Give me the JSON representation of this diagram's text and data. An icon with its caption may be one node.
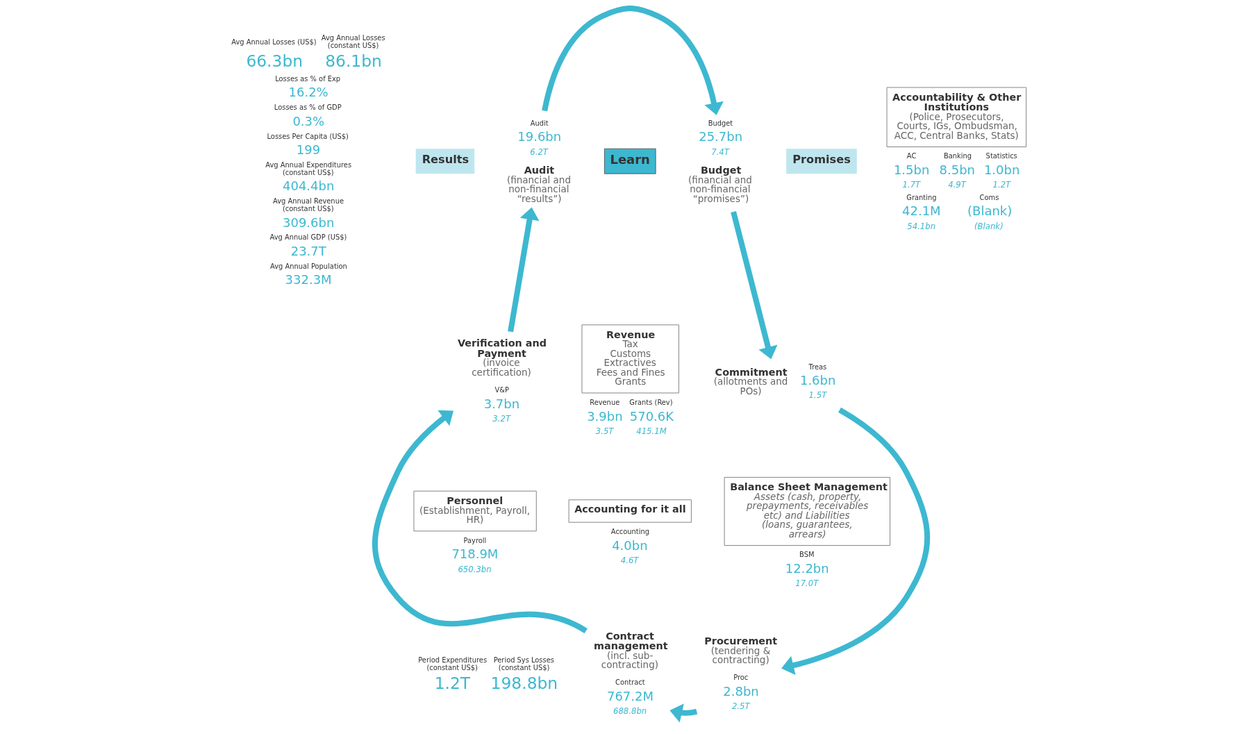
{
  "diagram": {
    "nodes": [
      {
        "text": [
          "Results"
        ]
      },
      {
        "text": [
          "Audit",
          "(financial and non-financial “results”)"
        ],
        "beside": [
          "Audit",
          "19.6bn",
          "6.2T"
        ]
      },
      {
        "text": [
          "Learn"
        ]
      },
      {
        "text": [
          "Budget",
          "(financial and non-financial “promises”)"
        ],
        "beside": [
          "Budget",
          "25.7bn",
          "7.4T"
        ]
      },
      {
        "text": [
          "Promises"
        ]
      },
      {
        "text": [
          "Accountability & Other Institutions",
          "(Police, Prosecutors, Courts, IGs, Ombudsman, ACC, Central Banks, Stats)"
        ],
        "beside": [
          "AC",
          "Banking",
          "Statistics",
          "1.5bn",
          "8.5bn",
          "1.0bn",
          "1.7T",
          "4.9T",
          "1.2T",
          "Granting",
          "Coms",
          "42.1M",
          "(Blank)",
          "54.1bn",
          "(Blank)"
        ]
      },
      {
        "text": [
          "Verification and Payment",
          "(invoice certification)"
        ],
        "beside": [
          "V&P",
          "3.7bn",
          "3.2T"
        ]
      },
      {
        "text": [
          "Revenue",
          "Tax",
          "Customs",
          "Extractives",
          "Fees and Fines",
          "Grants"
        ],
        "beside": [
          "Revenue",
          "Grants (Rev)",
          "3.9bn",
          "570.6K",
          "3.5T",
          "415.1M"
        ]
      },
      {
        "text": [
          "Commitment",
          "(allotments and POs)"
        ],
        "beside": [
          "Treas",
          "1.6bn",
          "1.5T"
        ]
      },
      {
        "text": [
          "Accounting for it all"
        ],
        "beside": [
          "Accounting",
          "4.0bn",
          "4.6T"
        ]
      },
      {
        "text": [
          "Personnel",
          "(Establishment, Payroll, HR)"
        ],
        "beside": [
          "Payroll",
          "718.9M",
          "650.3bn"
        ]
      },
      {
        "text": [
          "Balance Sheet Management",
          "Assets (cash, property, prepayments, receivables etc) and Liabilities (loans, guarantees, arrears)"
        ],
        "beside": [
          "BSM",
          "12.2bn",
          "17.0T"
        ]
      },
      {
        "text": [
          "Contract management",
          "(incl. sub-contracting)"
        ],
        "beside": [
          "Contract",
          "767.2M",
          "688.8bn"
        ]
      },
      {
        "text": [
          "Procurement",
          "(tendering & contracting)"
        ],
        "beside": [
          "Proc",
          "2.8bn",
          "2.5T"
        ]
      }
    ],
    "edges": [
      {
        "from": 1,
        "to": 3,
        "arrow": "to"
      },
      {
        "from": 3,
        "to": 8,
        "arrow": "to"
      },
      {
        "from": 8,
        "to": 13,
        "arrow": "to"
      },
      {
        "from": 13,
        "to": 12,
        "arrow": "to"
      },
      {
        "from": 12,
        "to": 6,
        "arrow": "to"
      },
      {
        "from": 6,
        "to": 1,
        "arrow": "to"
      }
    ],
    "labels": [
      "Avg Annual Losses (US$)",
      "Avg Annual Losses (constant US$)",
      "66.3bn",
      "86.1bn",
      "Losses as % of Exp",
      "16.2%",
      "Losses as % of GDP",
      "0.3%",
      "Losses Per Capita (US$)",
      "199",
      "Avg Annual Expenditures (constant US$)",
      "404.4bn",
      "Avg Annual Revenue (constant US$)",
      "309.6bn",
      "Avg Annual GDP (US$)",
      "23.7T",
      "Avg Annual Population",
      "332.3M",
      "Period Expenditures (constant US$)",
      "Period Sys Losses (constant US$)",
      "1.2T",
      "198.8bn"
    ]
  }
}
